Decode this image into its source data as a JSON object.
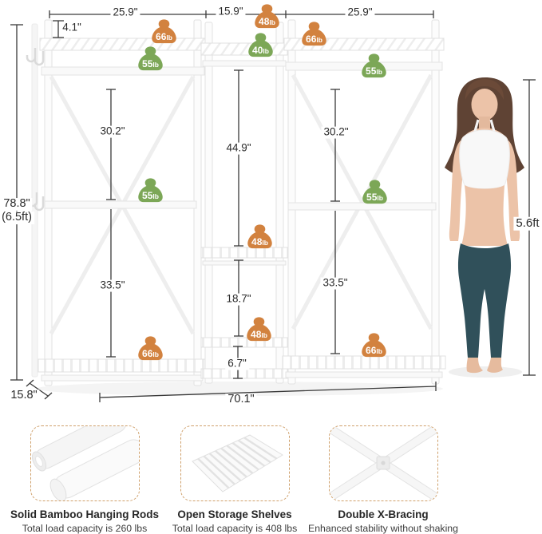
{
  "colors": {
    "badge_orange": "#d2823f",
    "badge_green": "#7ca757",
    "dim_line": "#3a3a3a",
    "card_border": "#cfa06b"
  },
  "dimensions": {
    "top_left_width": "25.9\"",
    "top_middle_width": "15.9\"",
    "top_right_width": "25.9\"",
    "rod_drop": "4.1\"",
    "total_height_in": "78.8\"",
    "total_height_ft": "(6.5ft)",
    "left_upper_height": "30.2\"",
    "middle_open_height": "44.9\"",
    "right_upper_height": "30.2\"",
    "left_lower_height": "33.5\"",
    "middle_shelf_gap": "18.7\"",
    "right_lower_height": "33.5\"",
    "middle_bottom_gap": "6.7\"",
    "total_width": "70.1\"",
    "depth": "15.8\"",
    "model_height": "5.6ft"
  },
  "badges": [
    {
      "value": "66",
      "unit": "lb",
      "color": "orange"
    },
    {
      "value": "55",
      "unit": "lb",
      "color": "green"
    },
    {
      "value": "48",
      "unit": "lb",
      "color": "orange"
    },
    {
      "value": "40",
      "unit": "lb",
      "color": "green"
    },
    {
      "value": "66",
      "unit": "lb",
      "color": "orange"
    },
    {
      "value": "55",
      "unit": "lb",
      "color": "green"
    },
    {
      "value": "55",
      "unit": "lb",
      "color": "green"
    },
    {
      "value": "48",
      "unit": "lb",
      "color": "orange"
    },
    {
      "value": "55",
      "unit": "lb",
      "color": "green"
    },
    {
      "value": "48",
      "unit": "lb",
      "color": "orange"
    },
    {
      "value": "66",
      "unit": "lb",
      "color": "orange"
    },
    {
      "value": "66",
      "unit": "lb",
      "color": "orange"
    }
  ],
  "features": [
    {
      "title": "Solid Bamboo Hanging Rods",
      "subtitle": "Total load capacity is 260 lbs",
      "icon": "bamboo-rods"
    },
    {
      "title": "Open Storage Shelves",
      "subtitle": "Total load capacity is 408 lbs",
      "icon": "storage-shelf"
    },
    {
      "title": "Double X-Bracing",
      "subtitle": "Enhanced stability without shaking",
      "icon": "x-brace"
    }
  ]
}
